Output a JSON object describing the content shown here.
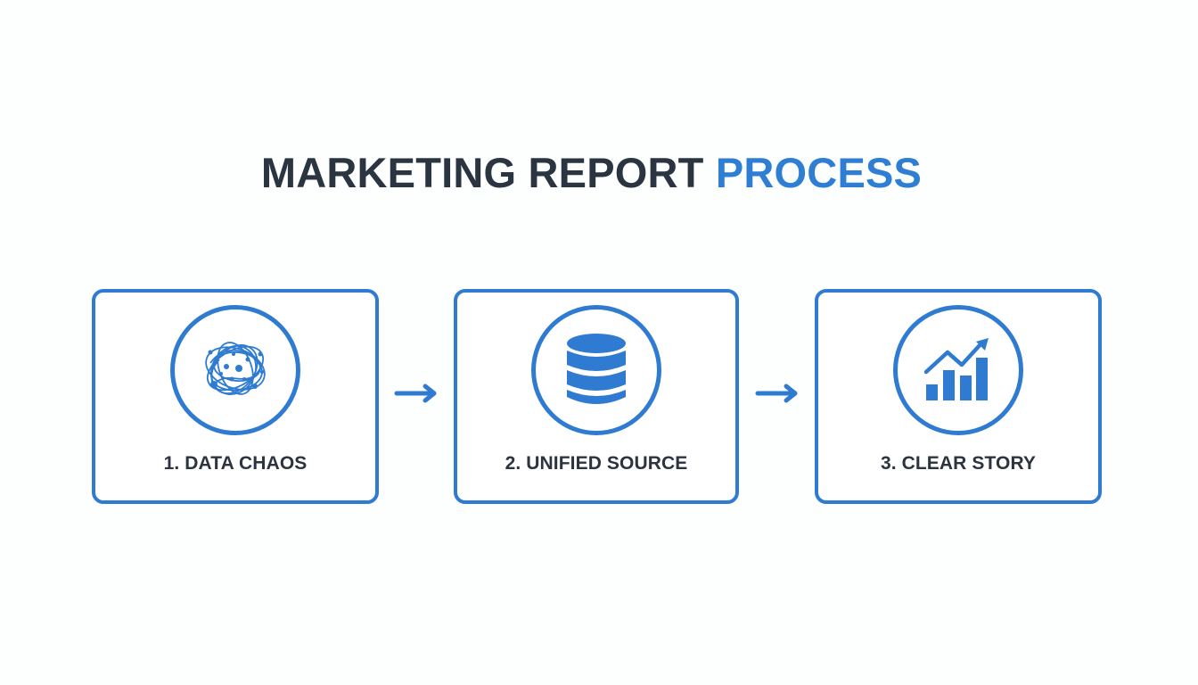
{
  "title": {
    "part1": "MARKETING REPORT ",
    "part2": "PROCESS"
  },
  "colors": {
    "accent": "#2e7bd1",
    "title_dark": "#2b3542",
    "label_text": "#2c3440",
    "background": "#fdfefe"
  },
  "steps": [
    {
      "label": "1. DATA CHAOS",
      "icon": "tangled-network-icon"
    },
    {
      "label": "2. UNIFIED SOURCE",
      "icon": "database-icon"
    },
    {
      "label": "3. CLEAR STORY",
      "icon": "rising-bar-chart-icon"
    }
  ],
  "connectors": [
    {
      "icon": "arrow-right-icon"
    },
    {
      "icon": "arrow-right-icon"
    }
  ]
}
